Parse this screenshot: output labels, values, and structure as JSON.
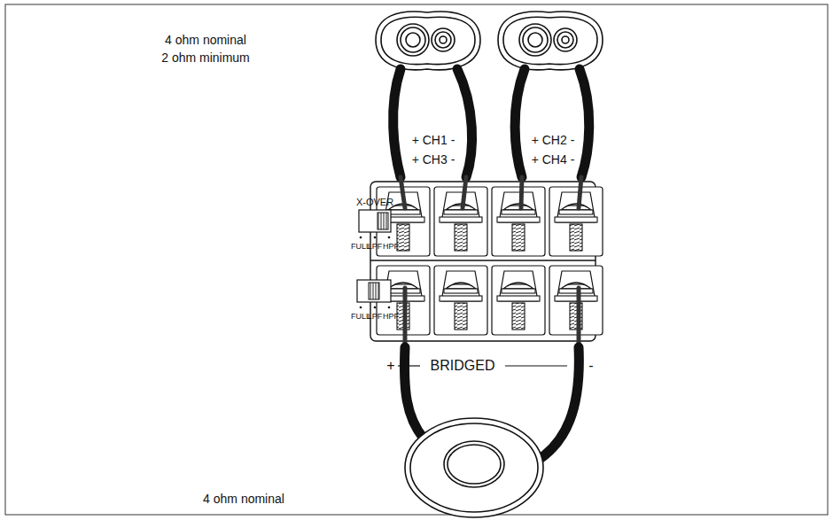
{
  "diagram": {
    "labels": [
      "4 ohm nominal",
      "2 ohm minimum",
      "+ CH1 -",
      "+ CH3 -",
      "+ CH2 -",
      "+ CH4 -",
      "X-OVER",
      "FULL",
      "LPF",
      "HPF",
      "FULL",
      "LPF",
      "HPF",
      "+",
      "BRIDGED",
      "-",
      "4 ohm nominal"
    ]
  }
}
